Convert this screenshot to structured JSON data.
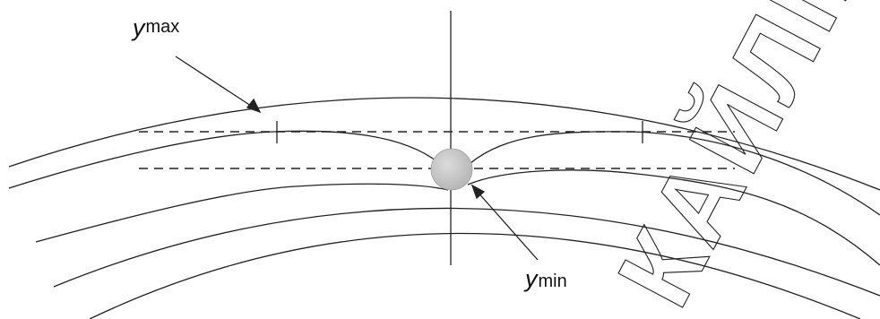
{
  "labels": {
    "y_max": {
      "symbol": "y",
      "subscript": "max"
    },
    "y_min": {
      "symbol": "y",
      "subscript": "min"
    }
  },
  "watermark": {
    "text": "КАЙЛІВР"
  },
  "colors": {
    "line": "#222222",
    "sphere_fill": "#c8c8c8",
    "sphere_edge": "#9a9a9a",
    "background": "#ffffff"
  }
}
